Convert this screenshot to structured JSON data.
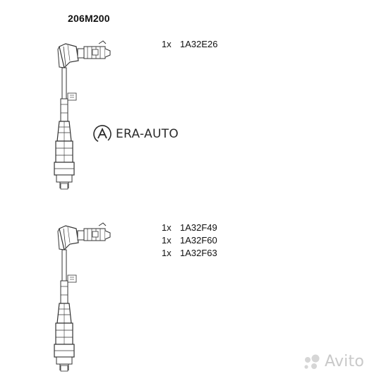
{
  "title": "206M200",
  "groups": [
    {
      "items": [
        {
          "qty": "1x",
          "code": "1A32E26"
        }
      ]
    },
    {
      "items": [
        {
          "qty": "1x",
          "code": "1A32F49"
        },
        {
          "qty": "1x",
          "code": "1A32F60"
        },
        {
          "qty": "1x",
          "code": "1A32F63"
        }
      ]
    }
  ],
  "watermarks": {
    "era_auto": "ERA-AUTO",
    "avito": "Avito"
  },
  "colors": {
    "line": "#333333",
    "watermark_era": "#2b2b2b",
    "watermark_avito": "#c9c9c9"
  }
}
